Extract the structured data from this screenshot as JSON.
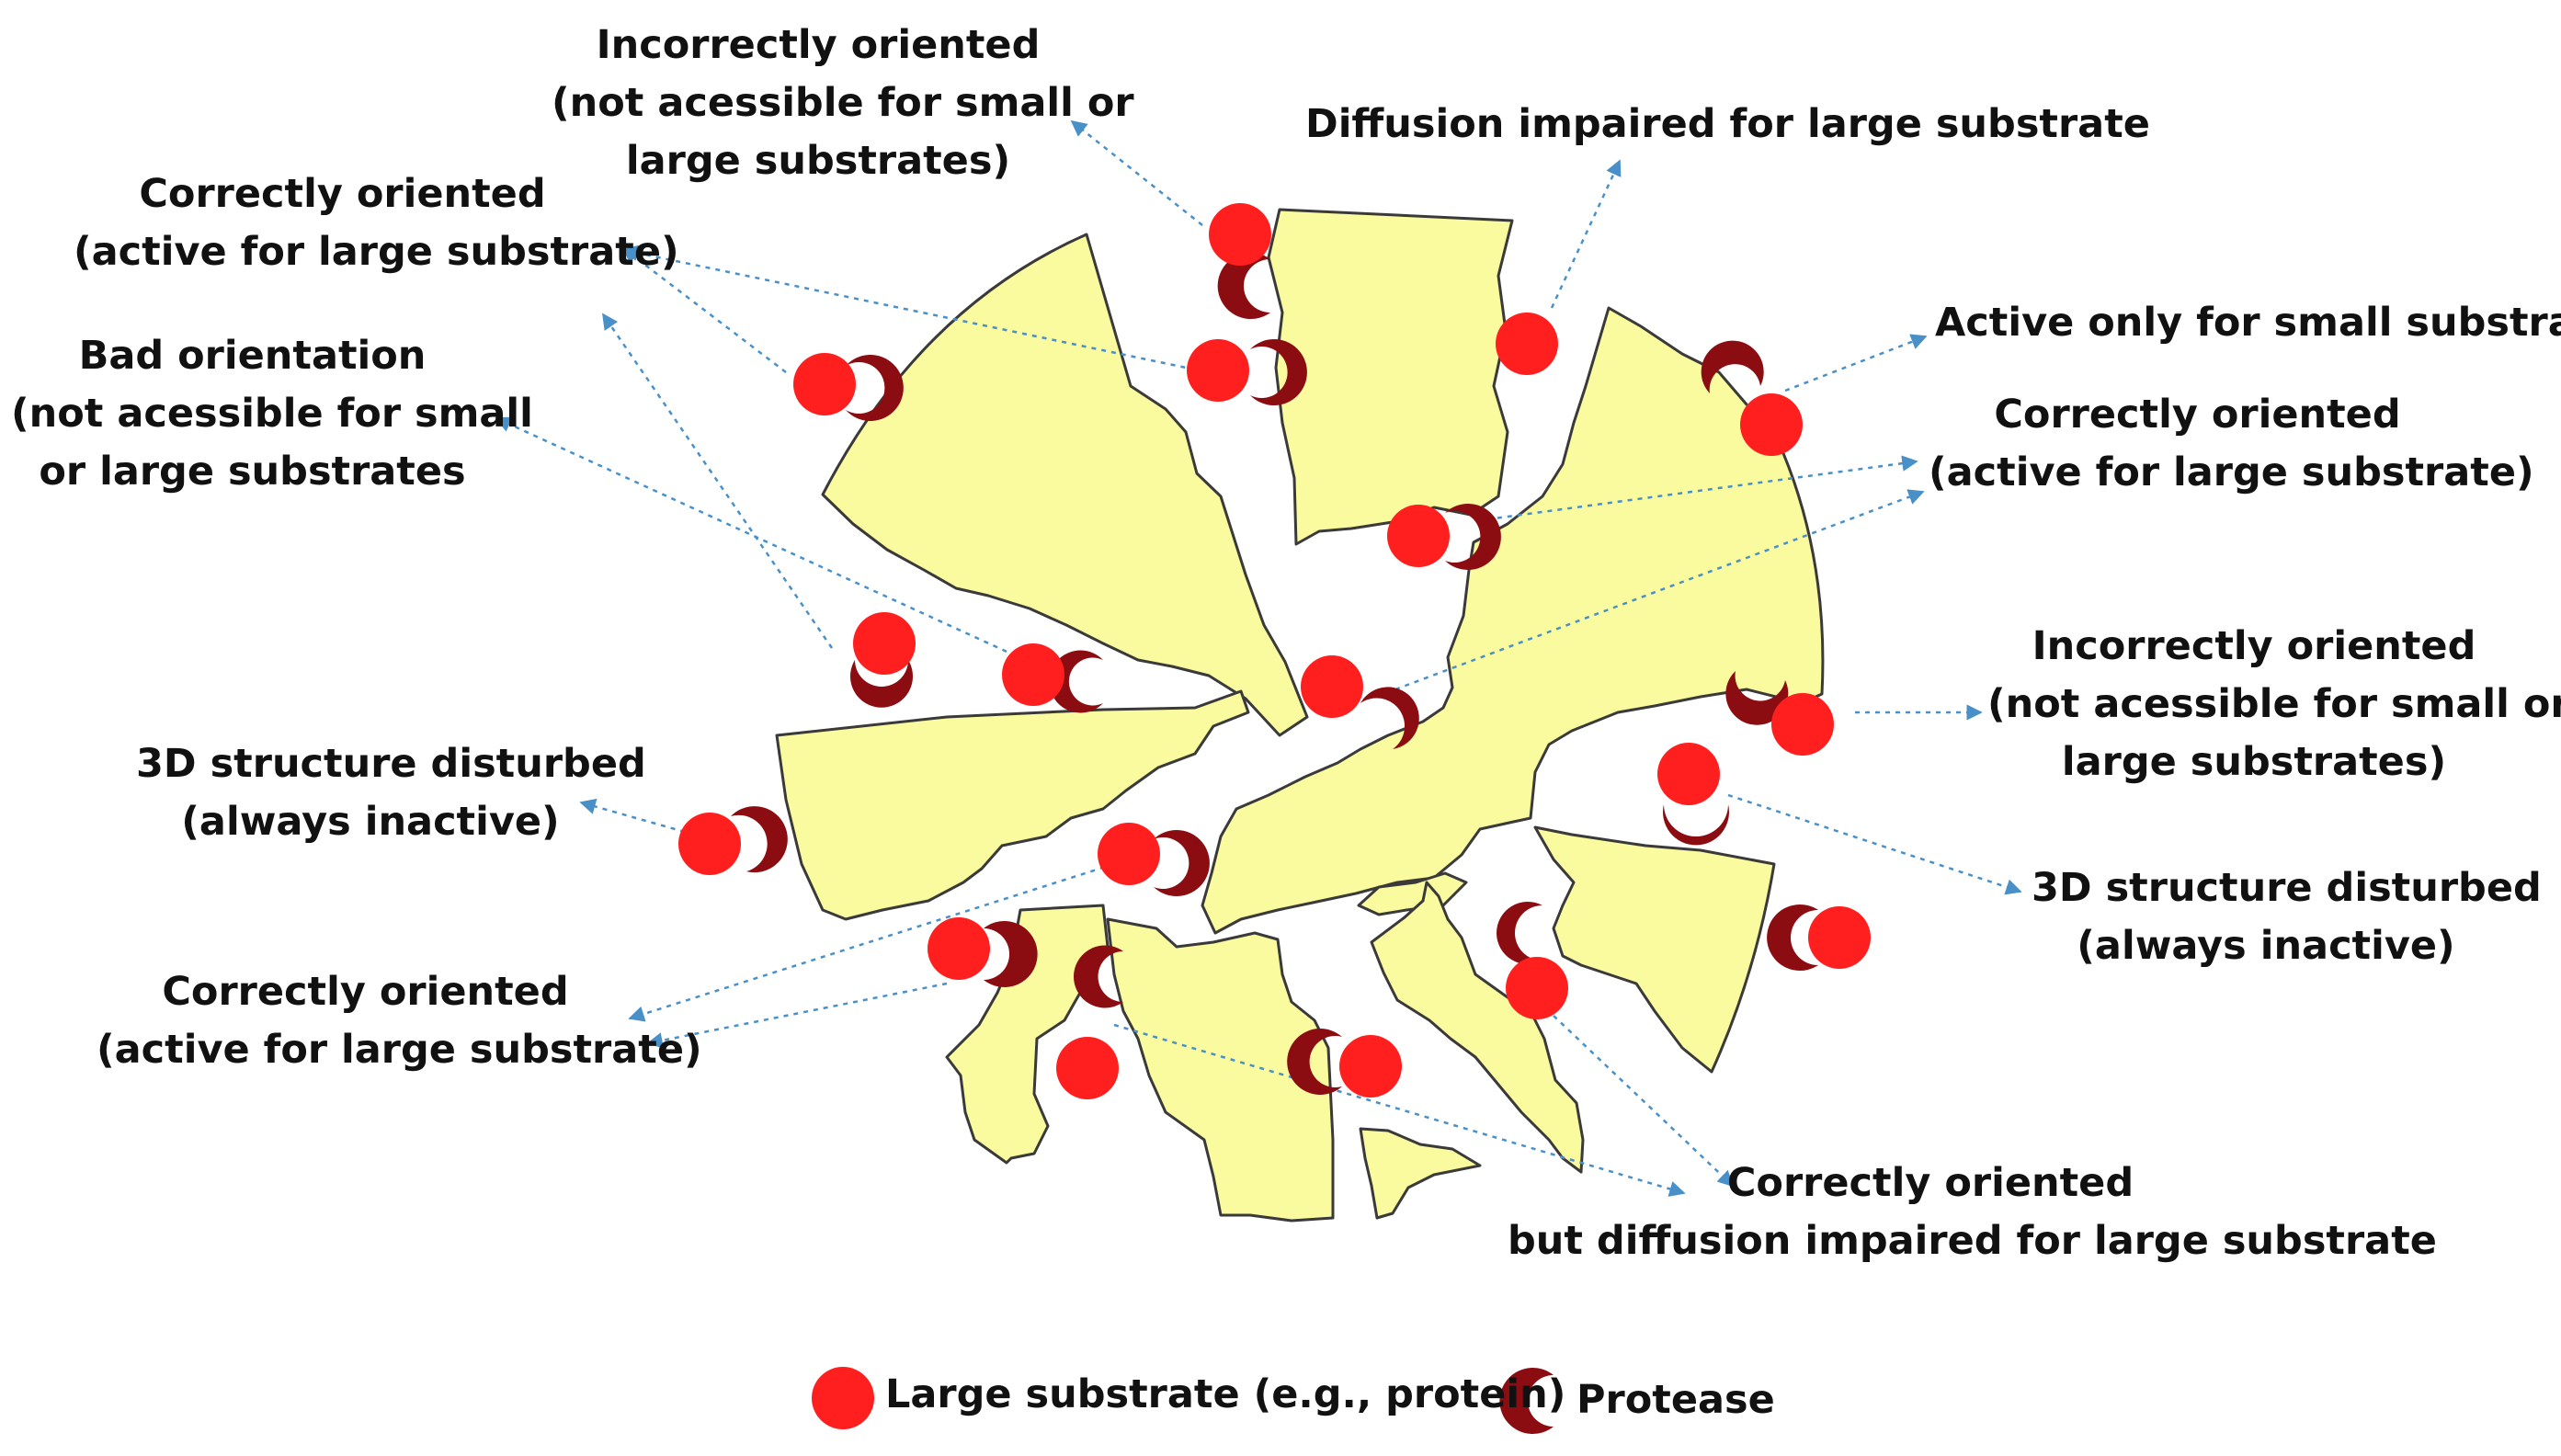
{
  "labels": {
    "incorrect_top": [
      "Incorrectly oriented",
      "(not acessible for small or",
      "large substrates)"
    ],
    "correct_top_left": [
      "Correctly oriented",
      "(active for large substrate)"
    ],
    "bad_orientation": [
      "Bad orientation",
      "(not acessible for small",
      "or large substrates"
    ],
    "structure_left": [
      "3D structure disturbed",
      "(always inactive)"
    ],
    "correct_bottom_left": [
      "Correctly oriented",
      "(active for large substrate)"
    ],
    "diffusion_top": [
      "Diffusion impaired for large substrate"
    ],
    "small_only": [
      "Active only for small substrate"
    ],
    "correct_right": [
      "Correctly oriented",
      "(active for large substrate)"
    ],
    "incorrect_right": [
      "Incorrectly oriented",
      "(not acessible for small or",
      "large substrates)"
    ],
    "structure_right": [
      "3D structure disturbed",
      "(always inactive)"
    ],
    "correct_diffusion_bottom": [
      "Correctly oriented",
      "but diffusion impaired for large substrate"
    ]
  },
  "legend": {
    "substrate_label": "Large substrate (e.g., protein)",
    "protease_label": "Protease"
  },
  "colors": {
    "fragment_fill": "#fafa9f",
    "fragment_stroke": "#3a3a3a",
    "substrate": "#ff1f1f",
    "protease": "#8b0d12",
    "arrow": "#4a90c8"
  }
}
